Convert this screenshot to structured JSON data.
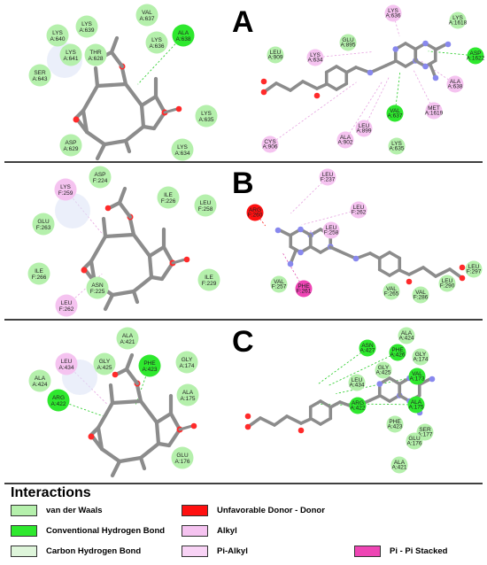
{
  "panels": [
    {
      "letter": "A",
      "left": [
        {
          "label": "LYS\nA:640",
          "type": "vdw"
        },
        {
          "label": "LYS\nA:639",
          "type": "vdw"
        },
        {
          "label": "VAL\nA:637",
          "type": "vdw"
        },
        {
          "label": "ALA\nA:638",
          "type": "hbond"
        },
        {
          "label": "LYS\nA:641",
          "type": "vdw"
        },
        {
          "label": "THR\nA:628",
          "type": "vdw"
        },
        {
          "label": "LYS\nA:636",
          "type": "vdw"
        },
        {
          "label": "SER\nA:643",
          "type": "vdw"
        },
        {
          "label": "LYS\nA:635",
          "type": "vdw"
        },
        {
          "label": "ASP\nA:629",
          "type": "vdw"
        },
        {
          "label": "LYS\nA:634",
          "type": "vdw"
        }
      ],
      "right": [
        {
          "label": "LYS\nA:636",
          "type": "alkyl"
        },
        {
          "label": "LYS\nA:1618",
          "type": "vdw"
        },
        {
          "label": "GLU\nA:895",
          "type": "vdw"
        },
        {
          "label": "LEU\nA:909",
          "type": "vdw"
        },
        {
          "label": "LYS\nA:634",
          "type": "alkyl"
        },
        {
          "label": "ASP\nA:1622",
          "type": "hbond"
        },
        {
          "label": "ALA\nA:638",
          "type": "alkyl"
        },
        {
          "label": "VAL\nA:637",
          "type": "hbond"
        },
        {
          "label": "MET\nA:1619",
          "type": "alkyl"
        },
        {
          "label": "LEU\nA:899",
          "type": "alkyl"
        },
        {
          "label": "CYS\nA:906",
          "type": "alkyl"
        },
        {
          "label": "ALA\nA:902",
          "type": "alkyl"
        },
        {
          "label": "LYS\nA:635",
          "type": "vdw"
        }
      ]
    },
    {
      "letter": "B",
      "left": [
        {
          "label": "LYS\nF:259",
          "type": "alkyl"
        },
        {
          "label": "ASP\nF:224",
          "type": "vdw"
        },
        {
          "label": "ILE\nF:226",
          "type": "vdw"
        },
        {
          "label": "LEU\nF:258",
          "type": "vdw"
        },
        {
          "label": "GLU\nF:263",
          "type": "vdw"
        },
        {
          "label": "ILE\nF:266",
          "type": "vdw"
        },
        {
          "label": "ASN\nF:225",
          "type": "vdw"
        },
        {
          "label": "ILE\nF:229",
          "type": "vdw"
        },
        {
          "label": "LEU\nF:262",
          "type": "alkyl"
        }
      ],
      "right": [
        {
          "label": "LEU\nF:237",
          "type": "alkyl"
        },
        {
          "label": "ARG\nF:260",
          "type": "unfav"
        },
        {
          "label": "LEU\nF:258",
          "type": "alkyl"
        },
        {
          "label": "LEU\nF:262",
          "type": "alkyl"
        },
        {
          "label": "VAL\nF:257",
          "type": "vdw"
        },
        {
          "label": "PHE\nF:261",
          "type": "pistack"
        },
        {
          "label": "VAL\nF:265",
          "type": "vdw"
        },
        {
          "label": "VAL\nF:286",
          "type": "vdw"
        },
        {
          "label": "LEU\nF:290",
          "type": "vdw"
        },
        {
          "label": "LEU\nF:297",
          "type": "vdw"
        }
      ]
    },
    {
      "letter": "C",
      "left": [
        {
          "label": "ALA\nA:421",
          "type": "vdw"
        },
        {
          "label": "LEU\nA:434",
          "type": "alkyl"
        },
        {
          "label": "GLY\nA:425",
          "type": "vdw"
        },
        {
          "label": "PHE\nA:423",
          "type": "hbond"
        },
        {
          "label": "GLY\nA:174",
          "type": "vdw"
        },
        {
          "label": "ALA\nA:424",
          "type": "vdw"
        },
        {
          "label": "ARG\nA:422",
          "type": "hbond"
        },
        {
          "label": "ALA\nA:175",
          "type": "vdw"
        },
        {
          "label": "GLU\nA:176",
          "type": "vdw"
        }
      ],
      "right": [
        {
          "label": "ALA\nA:424",
          "type": "vdw"
        },
        {
          "label": "ASN\nA:427",
          "type": "hbond"
        },
        {
          "label": "PHE\nA:426",
          "type": "hbond"
        },
        {
          "label": "GLY\nA:174",
          "type": "vdw"
        },
        {
          "label": "GLY\nA:425",
          "type": "vdw"
        },
        {
          "label": "VAL\nA:173",
          "type": "hbond"
        },
        {
          "label": "LEU\nA:434",
          "type": "vdw"
        },
        {
          "label": "ALA\nA:175",
          "type": "hbond"
        },
        {
          "label": "ARG\nA:422",
          "type": "hbond"
        },
        {
          "label": "PHE\nA:423",
          "type": "vdw"
        },
        {
          "label": "SER\nA:177",
          "type": "vdw"
        },
        {
          "label": "GLU\nA:176",
          "type": "vdw"
        },
        {
          "label": "ALA\nA:421",
          "type": "vdw"
        }
      ]
    }
  ],
  "legend": {
    "title": "Interactions",
    "items": [
      {
        "key": "vdw",
        "label": "van der Waals",
        "color": "#b5f0ac"
      },
      {
        "key": "hbond",
        "label": "Conventional Hydrogen Bond",
        "color": "#2ee82e"
      },
      {
        "key": "chbond",
        "label": "Carbon Hydrogen Bond",
        "color": "#def5da"
      },
      {
        "key": "unfav",
        "label": "Unfavorable Donor - Donor",
        "color": "#ff1010"
      },
      {
        "key": "alkyl",
        "label": "Alkyl",
        "color": "#f5c3f0"
      },
      {
        "key": "pialkyl",
        "label": "Pi-Alkyl",
        "color": "#f8d3f5"
      },
      {
        "key": "pistack",
        "label": "Pi - Pi Stacked",
        "color": "#ee45b4"
      }
    ]
  },
  "colors": {
    "vdw": "#b5f0ac",
    "hbond": "#2ee82e",
    "chbond": "#def5da",
    "unfav": "#ff1010",
    "alkyl": "#f5c3f0",
    "pialkyl": "#f8d3f5",
    "pistack": "#ee45b4",
    "bond": "#8c8c8c",
    "oxygen": "#ff2a2a",
    "nitrogen": "#8888ee"
  }
}
